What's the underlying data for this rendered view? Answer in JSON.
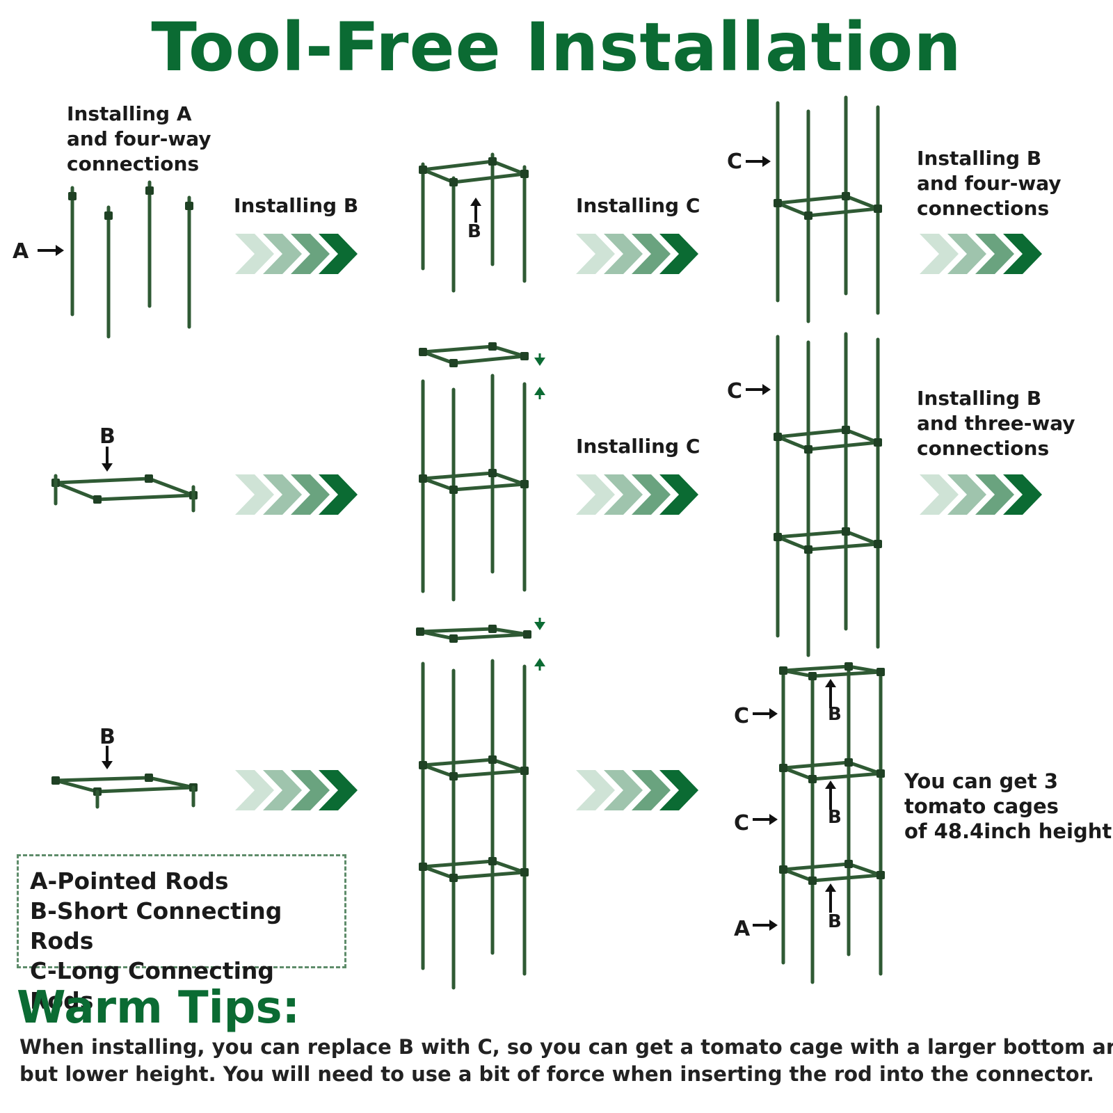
{
  "title": "Tool-Free Installation",
  "steps": {
    "s1": [
      "Installing A",
      "and four-way",
      "connections"
    ],
    "s2": "Installing B",
    "s3": "Installing C",
    "s4": [
      "Installing B",
      "and four-way",
      "connections"
    ],
    "s5": "Installing C",
    "s6": [
      "Installing B",
      "and three-way",
      "connections"
    ]
  },
  "labels": {
    "a": "A",
    "b": "B",
    "c": "C"
  },
  "result": [
    "You can get 3",
    "tomato cages",
    "of 48.4inch height"
  ],
  "legend": [
    "A-Pointed Rods",
    "B-Short Connecting Rods",
    "C-Long Connecting Rods"
  ],
  "tips": {
    "heading": "Warm Tips:",
    "lines": [
      "When installing, you can replace B with C, so you can get a tomato cage with a larger bottom area",
      "but lower height. You will need to use a bit of force when inserting the rod into the connector."
    ]
  },
  "colors": {
    "brand": "#0b6b33",
    "rod": "#2f5a34",
    "rod_dark": "#1f4124",
    "chevrons": [
      "#cfe3d6",
      "#9fc4ad",
      "#6aa37f",
      "#0b6b33"
    ]
  }
}
